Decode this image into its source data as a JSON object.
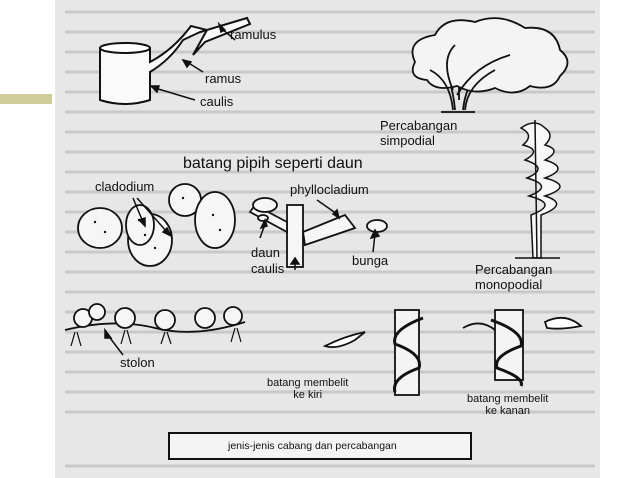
{
  "slide": {
    "accent_color": "#cfcc9a",
    "corner_mark": "°"
  },
  "figure": {
    "labels": {
      "ramulus": "ramulus",
      "ramus": "ramus",
      "caulis_top": "caulis",
      "simpodial": "Percabangan\nsimpodial",
      "flat_stem_title": "batang pipih seperti daun",
      "cladodium": "cladodium",
      "phyllocladium": "phyllocladium",
      "daun": "daun",
      "caulis_mid": "caulis",
      "bunga": "bunga",
      "monopodial": "Percabangan\nmonopodial",
      "stolon": "stolon",
      "twine_left": "batang membelit\nke kiri",
      "twine_right": "batang membelit\nke kanan"
    },
    "caption": "jenis-jenis cabang dan percabangan"
  }
}
